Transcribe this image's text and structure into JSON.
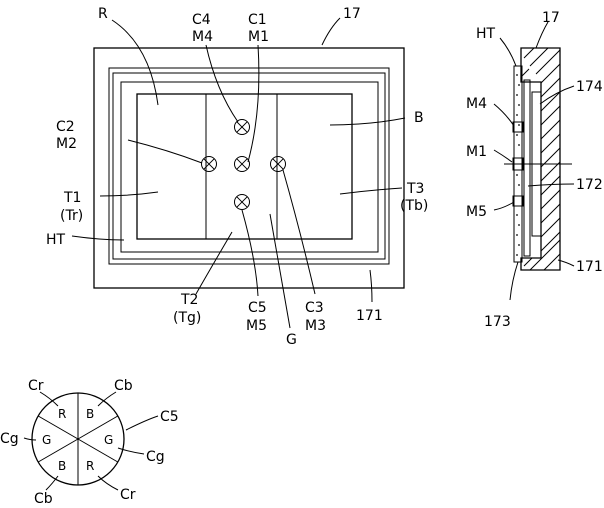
{
  "figure_number": "17",
  "front_view": {
    "labels": {
      "fig": "17",
      "R": "R",
      "C4": "C4",
      "M4": "M4",
      "C1": "C1",
      "M1": "M1",
      "C2": "C2",
      "M2": "M2",
      "B": "B",
      "T1": "T1",
      "Tr": "(Tr)",
      "T3": "T3",
      "Tb": "(Tb)",
      "HT": "HT",
      "T2": "T2",
      "Tg": "(Tg)",
      "C5": "C5",
      "M5": "M5",
      "G": "G",
      "C3": "C3",
      "M3": "M3",
      "ref171": "171"
    }
  },
  "side_view": {
    "labels": {
      "HT": "HT",
      "fig": "17",
      "ref174": "174",
      "M4": "M4",
      "M1": "M1",
      "ref172": "172",
      "M5": "M5",
      "ref171": "171",
      "ref173": "173"
    }
  },
  "color_wheel": {
    "segments": [
      "R",
      "B",
      "G",
      "R",
      "B",
      "G"
    ],
    "labels": {
      "Cr_top": "Cr",
      "Cb_top": "Cb",
      "C5": "C5",
      "Cg_left": "Cg",
      "Cg_right": "Cg",
      "Cb_bottom": "Cb",
      "Cr_bottom": "Cr"
    }
  }
}
